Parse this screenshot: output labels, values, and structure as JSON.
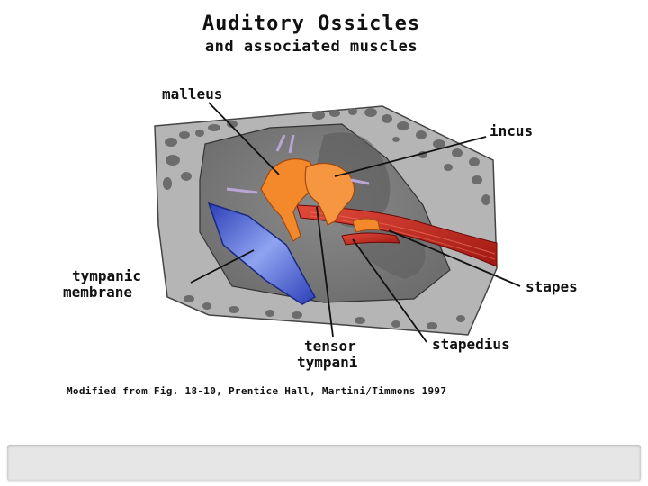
{
  "title": "Auditory Ossicles",
  "subtitle": "and associated muscles",
  "labels": {
    "malleus": "malleus",
    "incus": "incus",
    "tympanic_1": "tympanic",
    "tympanic_2": "membrane",
    "stapes": "stapes",
    "tensor_1": "tensor",
    "tensor_2": "tympani",
    "stapedius": "stapedius"
  },
  "caption": "Modified from Fig. 18-10, Prentice Hall, Martini/Timmons 1997",
  "colors": {
    "ossicle": "#f4892c",
    "membrane": "#4f6ad8",
    "muscle": "#c42822",
    "bone": "#b9b9b9"
  }
}
